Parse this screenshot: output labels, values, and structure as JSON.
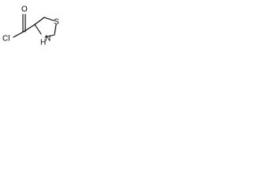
{
  "molecule": {
    "atoms": {
      "chlorine": "Cl",
      "oxygen": "O",
      "sulfur": "S",
      "nitrogen": "N",
      "hydrogen": "H"
    }
  }
}
